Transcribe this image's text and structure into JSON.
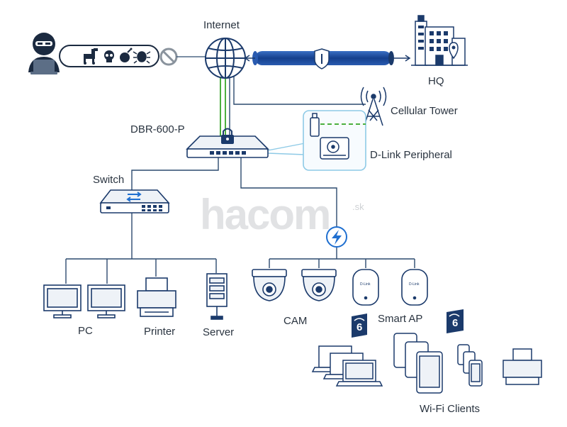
{
  "labels": {
    "internet": "Internet",
    "hq": "HQ",
    "cellular_tower": "Cellular Tower",
    "router": "DBR-600-P",
    "peripheral": "D-Link Peripheral",
    "switch": "Switch",
    "pc": "PC",
    "printer": "Printer",
    "server": "Server",
    "cam": "CAM",
    "smart_ap": "Smart AP",
    "wifi_clients": "Wi-Fi Clients"
  },
  "wifi_badge": "6",
  "ap_brand": "D-Link",
  "watermark": {
    "text": "hacom",
    "suffix": ".sk"
  },
  "colors": {
    "navy": "#1b3a6b",
    "tunnel": "#1f4fa0",
    "green_link": "#4caf3f",
    "device_fill": "#eef2f7",
    "blue_accent": "#1f6fd0",
    "peripheral_box": "#8ecae6"
  }
}
